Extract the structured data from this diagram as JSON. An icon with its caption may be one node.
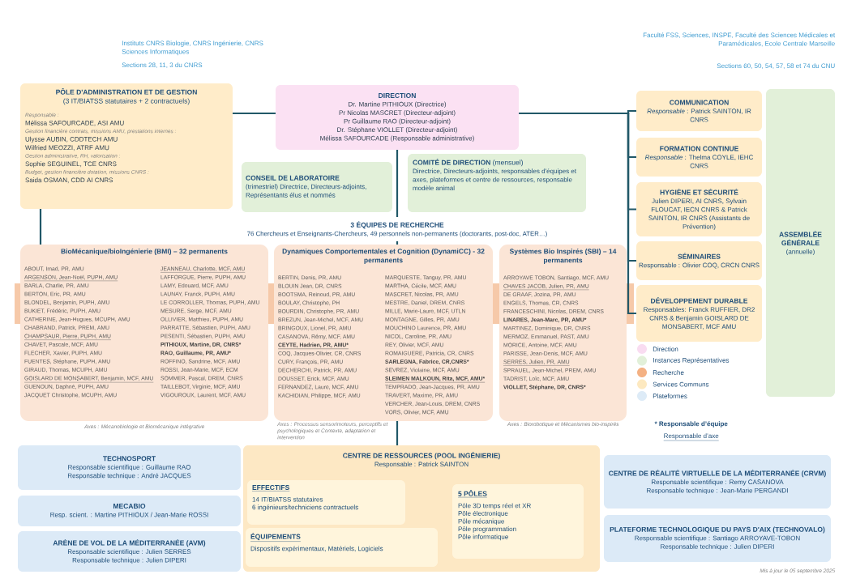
{
  "diagram": {
    "nodes": [
      {
        "text": [
          "PÔLE D'ADMINISTRATION ET DE GESTION",
          "(3 IT/BIATSS statutaires + 2 contractuels)",
          "Responsable :",
          "Mélissa SAFOURCADE, ASI AMU",
          "Gestion financière contrats, missions AMU, prestations internes :",
          "Ulysse AUBIN, CDDTECH AMU",
          "Wilfried MEOZZI, ATRF AMU",
          "Gestion administrative, RH, valorisation :",
          "Sophie SEGUINEL, TCE CNRS",
          "Budget, gestion financière dotation, missions CNRS :",
          "Saida OSMAN, CDD AI CNRS"
        ]
      },
      {
        "text": [
          "DIRECTION",
          "Dr. Martine PITHIOUX (Directrice)",
          "Pr Nicolas MASCRET (Directeur-adjoint)",
          "Pr Guillaume RAO (Directeur-adjoint)",
          "Dr. Stéphane VIOLLET (Directeur-adjoint)",
          "Mélissa SAFOURCADE (Responsable administrative)"
        ]
      },
      {
        "text": [
          "CONSEIL DE LABORATOIRE",
          "(trimestriel) Directrice, Directeurs-adjoints, Représentants élus et nommés"
        ]
      },
      {
        "text": [
          "**COMITÉ DE DIRECTION** (mensuel)",
          "Directrice, Directeurs-adjoints, responsables d'équipes et axes, plateformes et centre de ressources, responsable modèle animal"
        ]
      },
      {
        "text": [
          "COMMUNICATION",
          "*Responsable* : Patrick SAINTON, IR CNRS"
        ]
      },
      {
        "text": [
          "FORMATION CONTINUE",
          "*Responsable* : Thelma COYLE, IEHC CNRS"
        ]
      },
      {
        "text": [
          "HYGIÈNE ET SÉCURITÉ",
          "Julien DIPERI, AI CNRS, Sylvain FLOUCAT, IECN CNRS & Patrick SAINTON, IR CNRS (Assistants de Prévention)"
        ]
      },
      {
        "text": [
          "SÉMINAIRES",
          "Responsable : Olivier COQ, CRCN CNRS"
        ]
      },
      {
        "text": [
          "DÉVELOPPEMENT DURABLE",
          "Responsables: Franck RUFFIER, DR2 CNRS & Benjamin GOISLARD DE MONSABERT, MCF AMU"
        ]
      },
      {
        "text": [
          "ASSEMBLÉE GÉNÉRALE",
          "(annuelle)"
        ]
      },
      {
        "text": [
          "3 ÉQUIPES DE RECHERCHE",
          "76 Chercheurs et Enseignants-Chercheurs, 49 personnels non-permanents (doctorants, post-doc, ATER…)"
        ]
      },
      {
        "text": [
          "BioMécanique/bioIngénierie (BMI) – 32 permanents",
          "ABOUT, Imad, PR, AMU",
          "ARGENSON, Jean-Noël, PUPH, AMU",
          "BARLA, Charlie, PR, AMU",
          "BERTON, Eric, PR, AMU",
          "BLONDEL, Benjamin, PUPH, AMU",
          "BUKIET, Frédéric, PUPH, AMU",
          "CATHERINE, Jean-Hugues, MCUPH, AMU",
          "CHABRAND, Patrick, PREM, AMU",
          "CHAMPSAUR, Pierre, PUPH, AMU",
          "CHAVET, Pascale, MCF, AMU",
          "FLECHER, Xavier, PUPH, AMU",
          "FUENTES, Stéphane, PUPH, AMU",
          "GIRAUD, Thomas, MCUPH, AMU",
          "GOISLARD DE MONSABERT, Benjamin, MCF, AMU",
          "GUENOUN, Daphné, PUPH, AMU",
          "JACQUET Christophe, MCUPH, AMU",
          "JEANNEAU, Charlotte, MCF, AMU",
          "LAFFORGUE, Pierre, PUPH, AMU",
          "LAMY, Edouard, MCF, AMU",
          "LAUNAY, Franck, PUPH, AMU",
          "LE CORROLLER, Thomas, PUPH, AMU",
          "MESURE, Serge, MCF, AMU",
          "OLLIVIER, Matthieu, PUPH, AMU",
          "PARRATTE, Sébastien, PUPH, AMU",
          "PESENTI, Sébastien, PUPH, AMU",
          "PITHIOUX, Martine, DR, CNRS*",
          "RAO, Guillaume, PR, AMU*",
          "ROFFINO, Sandrine, MCF, AMU",
          "ROSSI, Jean-Marie, MCF, ECM",
          "SOMMER, Pascal, DREM, CNRS",
          "TAILLEBOT, Virginie, MCF, AMU",
          "VIGOUROUX, Laurent, MCF, AMU"
        ],
        "beside": [
          "Axes : Mécanobiologie et Biomécanique intégrative"
        ]
      },
      {
        "text": [
          "Dynamiques Comportementales et Cognition (DynamiCC) - 32 permanents",
          "BERTIN, Denis, PR, AMU",
          "BLOUIN Jean, DR, CNRS",
          "BOOTSMA, Reinoud, PR, AMU",
          "BOULAY, Christophe, PH",
          "BOURDIN, Christophe, PR, AMU",
          "BREZUN, Jean-Michel, MCF, AMU",
          "BRINGOUX, Lionel, PR, AMU",
          "CASANOVA, Rémy, MCF, AMU",
          "CEYTE, Hadrien, PR, AMU*",
          "COQ, Jacques-Olivier, CR, CNRS",
          "CURY, François, PR, AMU",
          "DECHERCHI, Patrick, PR, AMU",
          "DOUSSET, Erick, MCF, AMU",
          "FERNANDEZ, Laure, MCF, AMU",
          "KACHIDIAN, Philippe, MCF, AMU",
          "MARQUESTE, Tanguy, PR, AMU",
          "MARTHA, Cécile, MCF, AMU",
          "MASCRET, Nicolas, PR, AMU",
          "MESTRE, Daniel, DREM, CNRS",
          "MILLE, Marie-Laure, MCF, UTLN",
          "MONTAGNE, Gilles, PR, AMU",
          "MOUCHINO Laurence, PR, AMU",
          "NICOL, Caroline, PR, AMU",
          "REY, Olivier, MCF, AMU",
          "ROMAIGUERE, Patricia, CR, CNRS",
          "SARLEGNA, Fabrice, CR,CNRS*",
          "SEVREZ, Violaine, MCF, AMU",
          "SLEIMEN MALKOUN, Rita, MCF, AMU*",
          "TEMPRADO, Jean-Jacques, PR, AMU",
          "TRAVERT, Maxime, PR, AMU",
          "VERCHER, Jean-Louis, DREM, CNRS",
          "VORS, Olivier, MCF, AMU"
        ],
        "beside": [
          "Axes : Processus sensorimoteurs, perceptifs et psychologiques et Contexte, adaptation et intervention"
        ]
      },
      {
        "text": [
          "Systèmes Bio Inspirés (SBI) – 14 permanents",
          "ARROYAVE TOBON, Santiago, MCF, AMU",
          "CHAVES JACOB, Julien, PR, AMU",
          "DE GRAAF, Jozina, PR, AMU",
          "ENGELS, Thomas, CR, CNRS",
          "FRANCESCHINI, Nicolas, DREM, CNRS",
          "LINARES, Jean-Marc, PR, AMU*",
          "MARTINEZ, Dominique, DR, CNRS",
          "MERMOZ, Emmanuel, PAST, AMU",
          "MORICE, Antoine, MCF, AMU",
          "PARISSE, Jean-Denis, MCF, AMU",
          "SERRES, Julien, PR, AMU",
          "SPRAUEL, Jean-Michel, PREM, AMU",
          "TADRIST, Loïc, MCF, AMU",
          "VIOLLET, Stéphane, DR, CNRS*"
        ],
        "beside": [
          "Axes : Biorobotique et Mécanismes bio-inspirés"
        ]
      },
      {
        "text": [
          "TECHNOSPORT",
          "Responsable scientifique : Guillaume RAO",
          "Responsable technique : André JACQUES"
        ]
      },
      {
        "text": [
          "MECABIO",
          "Resp. scient. : Martine PITHIOUX / Jean-Marie ROSSI"
        ]
      },
      {
        "text": [
          "ARÈNE DE VOL DE LA MÉDITERRANÉE (AVM)",
          "Responsable scientifique : Julien SERRES",
          "Responsable technique : Julien DIPERI"
        ]
      },
      {
        "text": [
          "CENTRE DE RESSOURCES (POOL INGÉNIERIE)",
          "Responsable : Patrick SAINTON"
        ]
      },
      {
        "text": [
          "EFFECTIFS",
          "14 IT/BIATSS statutaires",
          "6 ingénieurs/techniciens contractuels"
        ],
        "in": 17
      },
      {
        "text": [
          "ÉQUIPEMENTS",
          "Dispositifs expérimentaux, Matériels, Logiciels"
        ],
        "in": 17
      },
      {
        "text": [
          "5 PÔLES",
          "Pôle 3D temps réel et XR",
          "Pôle électronique",
          "Pôle mécanique",
          "Pôle programmation",
          "Pôle informatique"
        ],
        "in": 17
      },
      {
        "text": [
          "CENTRE DE RÉALITÉ VIRTUELLE DE LA MÉDITERRANÉE (CRVM)",
          "Responsable scientifique : Remy CASANOVA",
          "Responsable technique : Jean-Marie PERGANDI"
        ]
      },
      {
        "text": [
          "PLATEFORME TECHNOLOGIQUE DU PAYS D'AIX (TECHNOVALO)",
          "Responsable scientifique : Santiago ARROYAVE-TOBON",
          "Responsable technique : Julien DIPERI"
        ]
      }
    ],
    "edges": [
      {
        "from": 0,
        "to": 1,
        "arrow": "none"
      },
      {
        "from": 1,
        "to": 4,
        "arrow": "none"
      },
      {
        "from": 1,
        "to": 5,
        "arrow": "none"
      },
      {
        "from": 1,
        "to": 6,
        "arrow": "none"
      },
      {
        "from": 1,
        "to": 7,
        "arrow": "none"
      },
      {
        "from": 1,
        "to": 8,
        "arrow": "none"
      },
      {
        "from": 1,
        "to": 10,
        "arrow": "none"
      },
      {
        "from": 10,
        "to": 12,
        "arrow": "none"
      },
      {
        "from": 12,
        "to": 17,
        "arrow": "none"
      },
      {
        "from": 0,
        "to": 11,
        "arrow": "none"
      },
      {
        "from": 11,
        "to": 12,
        "arrow": "none",
        "style": "thick",
        "color": "#f6c9a9"
      },
      {
        "from": 12,
        "to": 13,
        "arrow": "none",
        "style": "thick",
        "color": "#f6c9a9"
      }
    ],
    "labels": [
      "Instituts CNRS Biologie, CNRS Ingénierie, CNRS Sciences Informatiques",
      "Sections 28, 11, 3 du CNRS",
      "Faculté FSS, Sciences, INSPE, Faculté des Sciences Médicales et Paramédicales, Ecole Centrale Marseille",
      "Sections 60, 50, 54, 57, 58 et 74 du CNU",
      "* Responsable d’équipe",
      "Responsable d’axe",
      "Mis à jour le 05 septembre 2025"
    ],
    "legend": [
      {
        "text": "Direction",
        "color": "#f9dcf1"
      },
      {
        "text": "Instances Représentatives",
        "color": "#e2f0d9"
      },
      {
        "text": "Recherche",
        "color": "#f4b183"
      },
      {
        "text": "Services Communs",
        "color": "#fde9c0"
      },
      {
        "text": "Plateformes",
        "color": "#ddebf7"
      }
    ]
  }
}
